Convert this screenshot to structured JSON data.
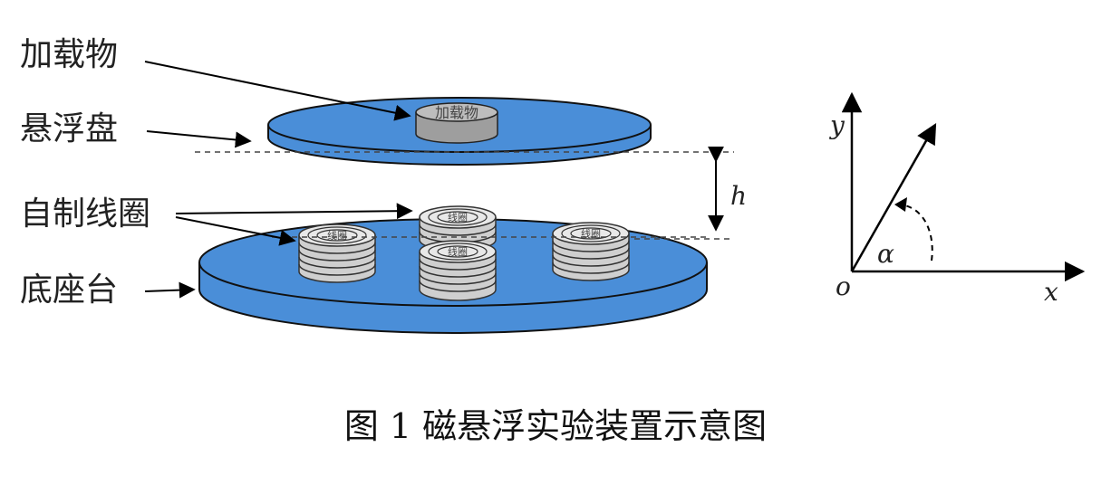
{
  "labels": {
    "load": "加载物",
    "levitation_disk": "悬浮盘",
    "coils": "自制线圈",
    "base": "底座台",
    "load_on_disk": "加载物",
    "coil_text": "线圈",
    "h": "h",
    "y": "y",
    "x": "x",
    "o": "o",
    "alpha": "α"
  },
  "caption": "图 1  磁悬浮实验装置示意图",
  "colors": {
    "disk_blue": "#4a8ed8",
    "load_gray": "#9e9e9e",
    "coil_gray": "#bdbdbd"
  }
}
